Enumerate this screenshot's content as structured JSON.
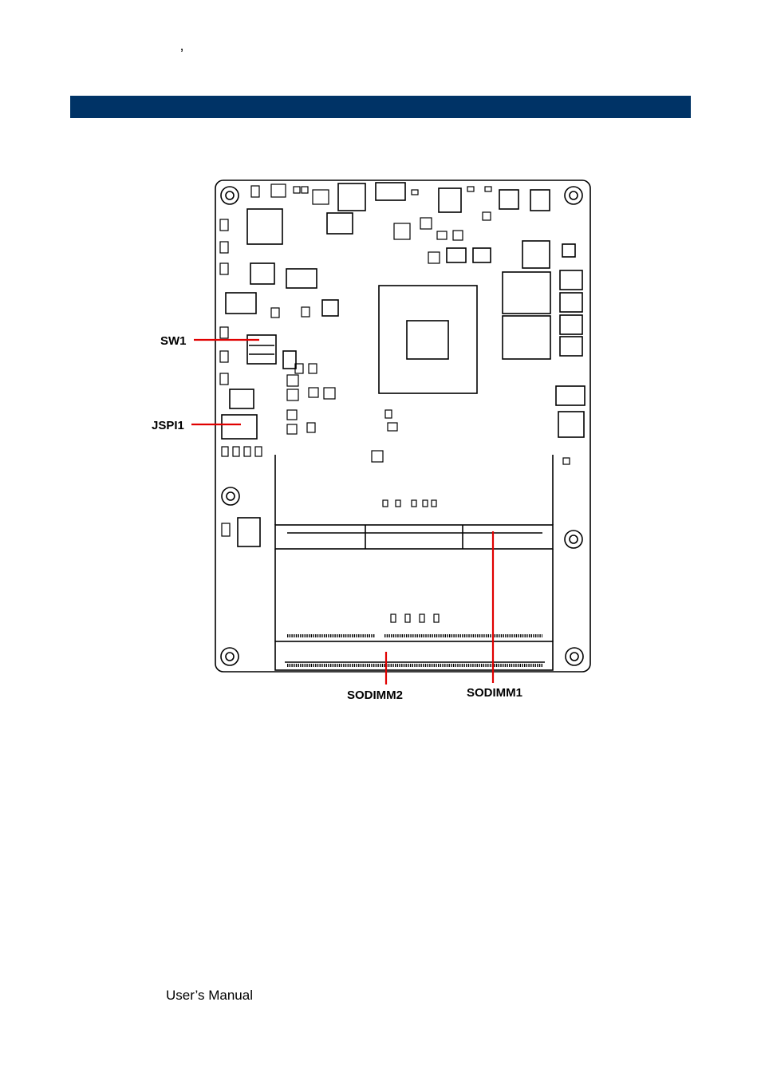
{
  "header": {
    "mark": "’"
  },
  "section_bar_color": "#003366",
  "diagram": {
    "labels": {
      "sw1": "SW1",
      "jspi1": "JSPI1",
      "sodimm2": "SODIMM2",
      "sodimm1": "SODIMM1"
    },
    "pointer_color": "#e00000"
  },
  "footer": {
    "text": "User’s Manual"
  }
}
